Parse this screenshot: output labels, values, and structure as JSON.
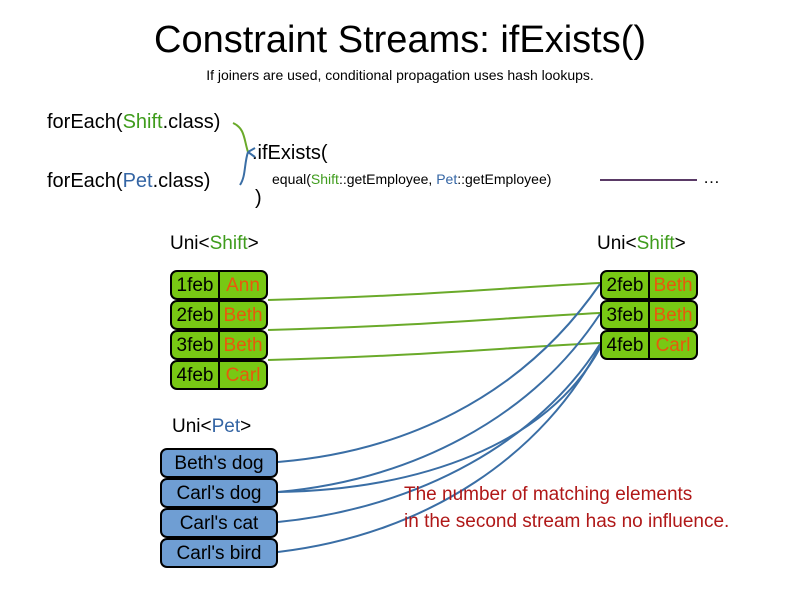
{
  "slide": {
    "title": "Constraint Streams: ifExists()",
    "subtitle": "If joiners are used, conditional propagation uses hash lookups."
  },
  "code": {
    "foreach_shift": {
      "prefix": "forEach(",
      "type": "Shift",
      "suffix": ".class)"
    },
    "foreach_pet": {
      "prefix": "forEach(",
      "type": "Pet",
      "suffix": ".class)"
    },
    "ifexists_call": ".ifExists(",
    "equal_call": {
      "prefix": "equal(",
      "left_ref": "Shift",
      "left_method": "::getEmployee, ",
      "right_ref": "Pet",
      "right_method": "::getEmployee)"
    },
    "close_paren": ")",
    "ellipsis": "…"
  },
  "streams": {
    "left_shift": {
      "caption_prefix": "Uni<",
      "caption_type": "Shift",
      "caption_suffix": ">",
      "rows": [
        {
          "date": "1feb",
          "name": "Ann"
        },
        {
          "date": "2feb",
          "name": "Beth"
        },
        {
          "date": "3feb",
          "name": "Beth"
        },
        {
          "date": "4feb",
          "name": "Carl"
        }
      ]
    },
    "left_pet": {
      "caption_prefix": "Uni<",
      "caption_type": "Pet",
      "caption_suffix": ">",
      "rows": [
        {
          "label": "Beth's dog"
        },
        {
          "label": "Carl's dog"
        },
        {
          "label": "Carl's cat"
        },
        {
          "label": "Carl's bird"
        }
      ]
    },
    "right_shift": {
      "caption_prefix": "Uni<",
      "caption_type": "Shift",
      "caption_suffix": ">",
      "rows": [
        {
          "date": "2feb",
          "name": "Beth"
        },
        {
          "date": "3feb",
          "name": "Beth"
        },
        {
          "date": "4feb",
          "name": "Carl"
        }
      ]
    }
  },
  "annotation": {
    "line1": "The number of matching elements",
    "line2": "in the second stream has no influence."
  },
  "colors": {
    "shift_green": "#78c814",
    "pet_blue": "#6f9ed3",
    "name_orange": "#e8590c",
    "shift_token_green": "#3f9c1c",
    "pet_token_blue": "#3465a4",
    "annotation_red": "#b01818",
    "connector_green": "#6aaa2a",
    "connector_blue": "#3a6ea5",
    "equal_rule_purple": "#5a3a66"
  }
}
